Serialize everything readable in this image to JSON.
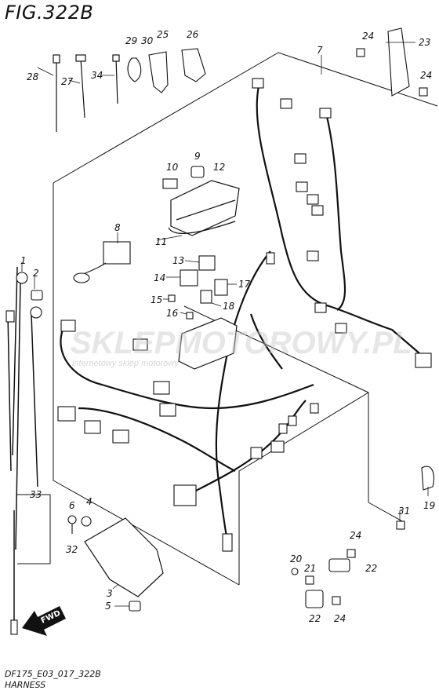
{
  "figure": {
    "title": "FIG.322B",
    "code": "DF175_E03_017_322B",
    "name": "HARNESS"
  },
  "watermark": {
    "main": "SKLEPMOTOROWY.PL",
    "sub": "internetowy sklep motorowy"
  },
  "fwd_label": "FWD",
  "callouts": {
    "c1": "1",
    "c2": "2",
    "c3": "3",
    "c4": "4",
    "c5": "5",
    "c6": "6",
    "c7": "7",
    "c8": "8",
    "c9": "9",
    "c10": "10",
    "c11": "11",
    "c12": "12",
    "c13": "13",
    "c14": "14",
    "c15": "15",
    "c16": "16",
    "c17": "17",
    "c18": "18",
    "c19": "19",
    "c20": "20",
    "c21": "21",
    "c22a": "22",
    "c22b": "22",
    "c23": "23",
    "c24a": "24",
    "c24b": "24",
    "c24c": "24",
    "c24d": "24",
    "c25": "25",
    "c26": "26",
    "c27": "27",
    "c28": "28",
    "c29": "29",
    "c30": "30",
    "c31": "31",
    "c32": "32",
    "c33": "33",
    "c34": "34"
  },
  "colors": {
    "line": "#111111",
    "watermark_red": "#e07070"
  }
}
